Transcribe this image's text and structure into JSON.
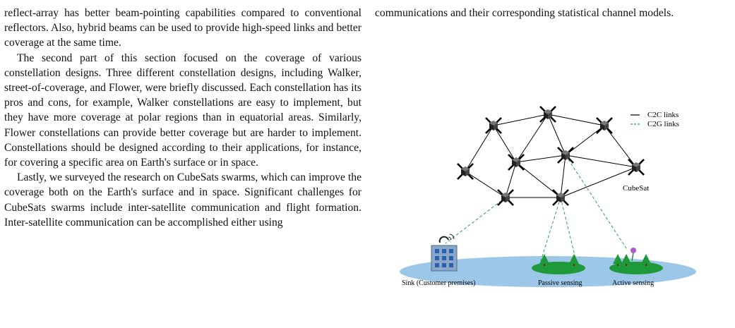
{
  "left_column": {
    "paragraphs": [
      "reflect-array has better beam-pointing capabilities compared to conventional reflectors. Also, hybrid beams can be used to provide high-speed links and better coverage at the same time.",
      "The second part of this section focused on the coverage of various constellation designs. Three different constellation designs, including Walker, street-of-coverage, and Flower, were briefly discussed. Each constellation has its pros and cons, for example, Walker constellations are easy to implement, but they have more coverage at polar regions than in equatorial areas. Similarly, Flower constellations can provide better coverage but are harder to implement. Constellations should be designed according to their applications, for instance, for covering a specific area on Earth's surface or in space.",
      "Lastly, we surveyed the research on CubeSats swarms, which can improve the coverage both on the Earth's surface and in space. Significant challenges for CubeSats swarms include inter-satellite communication and flight formation. Inter-satellite communication can be accomplished either using"
    ]
  },
  "right_column": {
    "text": "communications and their corresponding statistical channel models."
  },
  "figure": {
    "legend": {
      "c2c": "C2C links",
      "c2g": "C2G links"
    },
    "labels": {
      "cubesat": "CubeSat",
      "sink": "Sink (Customer premises)",
      "passive": "Passive sensing",
      "active": "Active sensing"
    },
    "colors": {
      "c2c": "#000000",
      "c2g": "#2aa04a",
      "ground": "#9dc7e8",
      "patch": "#1e9a3a"
    }
  }
}
